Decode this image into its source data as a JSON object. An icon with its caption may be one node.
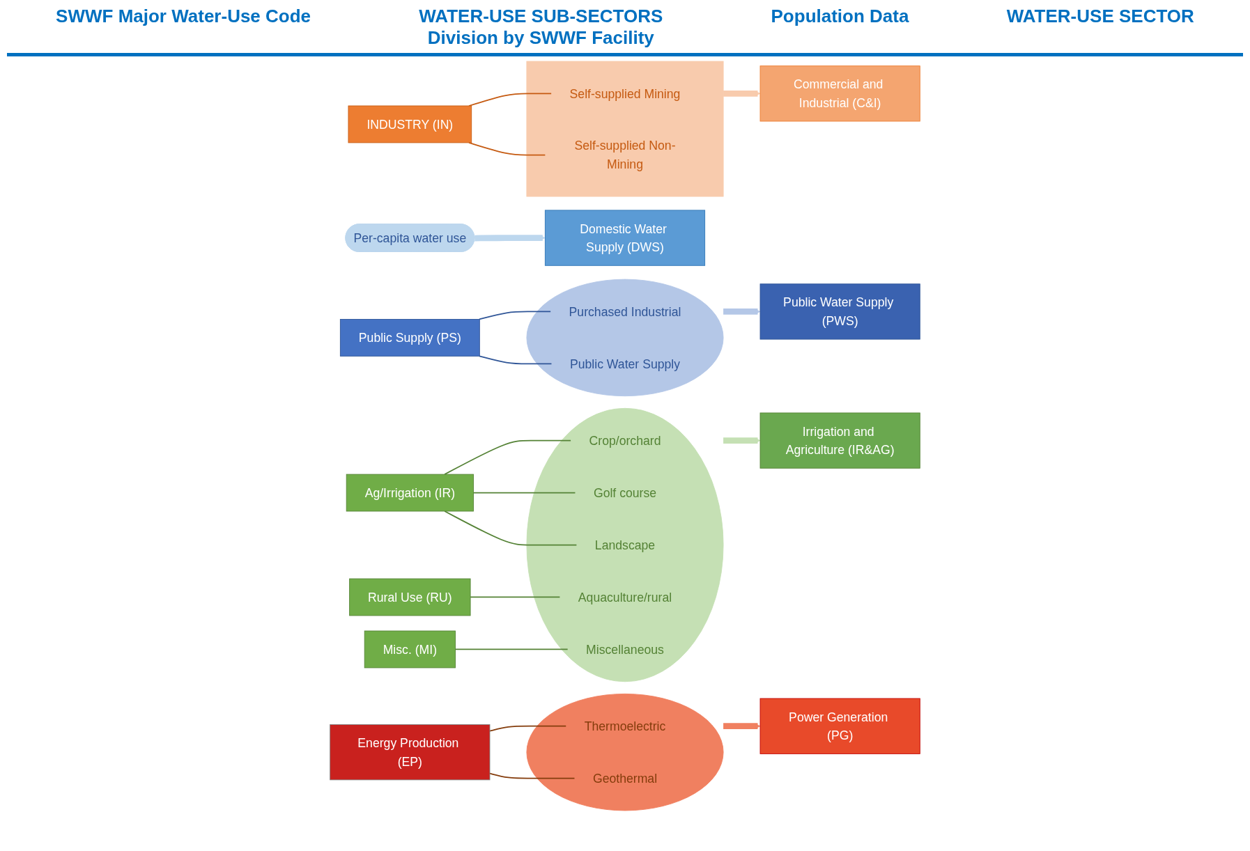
{
  "diagram": {
    "nodes": [
      {
        "text": [
          "INDUSTRY (IN)"
        ]
      },
      {
        "text": [],
        "shape": "ellipse"
      },
      {
        "text": [
          "Self-supplied Mining"
        ],
        "in": 1
      },
      {
        "text": [
          "Self-supplied Non-Mining"
        ],
        "in": 1
      },
      {
        "text": [
          "Commercial and Industrial (C&I)"
        ]
      },
      {
        "text": [
          "Public Supply (PS)"
        ]
      },
      {
        "text": [],
        "shape": "ellipse"
      },
      {
        "text": [
          "Purchased Industrial"
        ],
        "in": 6
      },
      {
        "text": [
          "Public Water Supply"
        ],
        "in": 6
      },
      {
        "text": [
          "Public Water Supply (PWS)"
        ]
      },
      {
        "text": [
          "Ag/Irrigation (IR)"
        ]
      },
      {
        "text": [
          "Rural Use (RU)"
        ]
      },
      {
        "text": [
          "Misc. (MI)"
        ]
      },
      {
        "text": [],
        "shape": "ellipse"
      },
      {
        "text": [
          "Crop/orchard"
        ],
        "in": 13
      },
      {
        "text": [
          "Golf course"
        ],
        "in": 13
      },
      {
        "text": [
          "Landscape"
        ],
        "in": 13
      },
      {
        "text": [
          "Aquaculture/rural"
        ],
        "in": 13
      },
      {
        "text": [
          "Miscellaneous"
        ],
        "in": 13
      },
      {
        "text": [
          "Irrigation and Agriculture (IR&AG)"
        ]
      },
      {
        "text": [
          "Energy Production (EP)"
        ]
      },
      {
        "text": [],
        "shape": "ellipse"
      },
      {
        "text": [
          "Thermoelectric"
        ],
        "in": 21
      },
      {
        "text": [
          "Geothermal"
        ],
        "in": 21
      },
      {
        "text": [
          "Power Generation (PG)"
        ]
      },
      {
        "text": [
          "Per-capita water use"
        ]
      },
      {
        "text": [
          "Domestic Water Supply (DWS)"
        ]
      }
    ],
    "edges": [
      {
        "from": 0,
        "to": 2,
        "arrow": "none",
        "color": "#c55a11"
      },
      {
        "from": 0,
        "to": 3,
        "arrow": "none",
        "color": "#c55a11"
      },
      {
        "from": 1,
        "to": 4,
        "arrow": "to",
        "style": "thick",
        "color": "#f8cbad"
      },
      {
        "from": 5,
        "to": 7,
        "arrow": "none",
        "color": "#2f5597"
      },
      {
        "from": 5,
        "to": 8,
        "arrow": "none",
        "color": "#2f5597"
      },
      {
        "from": 6,
        "to": 9,
        "arrow": "to",
        "style": "thick",
        "color": "#b4c7e7"
      },
      {
        "from": 10,
        "to": 14,
        "arrow": "none",
        "color": "#548235"
      },
      {
        "from": 10,
        "to": 15,
        "arrow": "none",
        "color": "#548235"
      },
      {
        "from": 10,
        "to": 16,
        "arrow": "none",
        "color": "#548235"
      },
      {
        "from": 11,
        "to": 17,
        "arrow": "none",
        "color": "#548235"
      },
      {
        "from": 12,
        "to": 18,
        "arrow": "none",
        "color": "#548235"
      },
      {
        "from": 13,
        "to": 19,
        "arrow": "to",
        "style": "thick",
        "color": "#c5e0b4"
      },
      {
        "from": 20,
        "to": 22,
        "arrow": "none",
        "color": "#843c0c"
      },
      {
        "from": 20,
        "to": 23,
        "arrow": "none",
        "color": "#843c0c"
      },
      {
        "from": 21,
        "to": 24,
        "arrow": "to",
        "style": "thick",
        "color": "#f08060"
      },
      {
        "from": 25,
        "to": 26,
        "arrow": "to",
        "style": "thick",
        "color": "#bdd7ee"
      }
    ],
    "labels": [
      "SWWF Major Water-Use Code",
      "WATER-USE SUB-SECTORS Division by SWWF Facility",
      "Population Data",
      "WATER-USE SECTOR"
    ]
  }
}
